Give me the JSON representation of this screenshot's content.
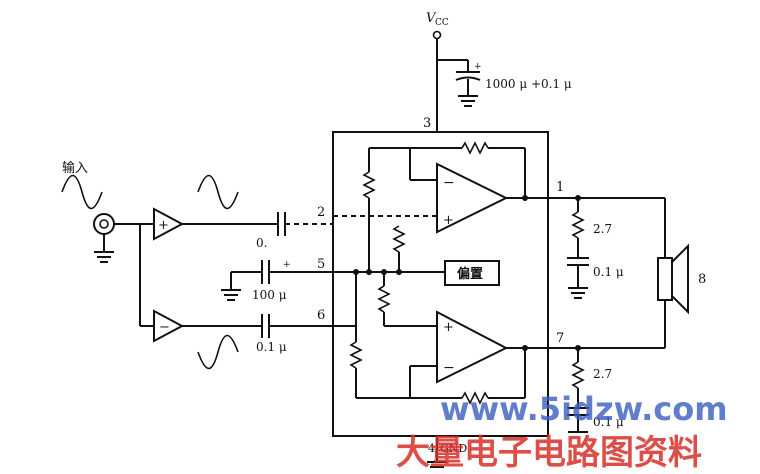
{
  "diagram": {
    "vcc_label": "V",
    "vcc_sub": "CC",
    "input_label": "输入",
    "bias_label": "偏置",
    "pins": {
      "p1": "1",
      "p2": "2",
      "p3": "3",
      "p4": "4",
      "p5": "5",
      "p6": "6",
      "p7": "7",
      "speaker": "8"
    },
    "supply_cap": "1000 μ +0.1 μ",
    "cap_in1": "0.",
    "cap_in2": "0.1 μ",
    "cap_bypass": "100 μ",
    "r_out1": "2.7",
    "c_out1": "0.1 μ",
    "r_out2": "2.7",
    "c_out2": "0.1 μ",
    "gnd_label": "GND"
  },
  "watermark": {
    "url": "www.5idzw.com",
    "cn": "大量电子电路图资料"
  },
  "colors": {
    "watermark_url": "#3a5fc0",
    "watermark_cn": "#d8302a",
    "line": "#111111"
  }
}
